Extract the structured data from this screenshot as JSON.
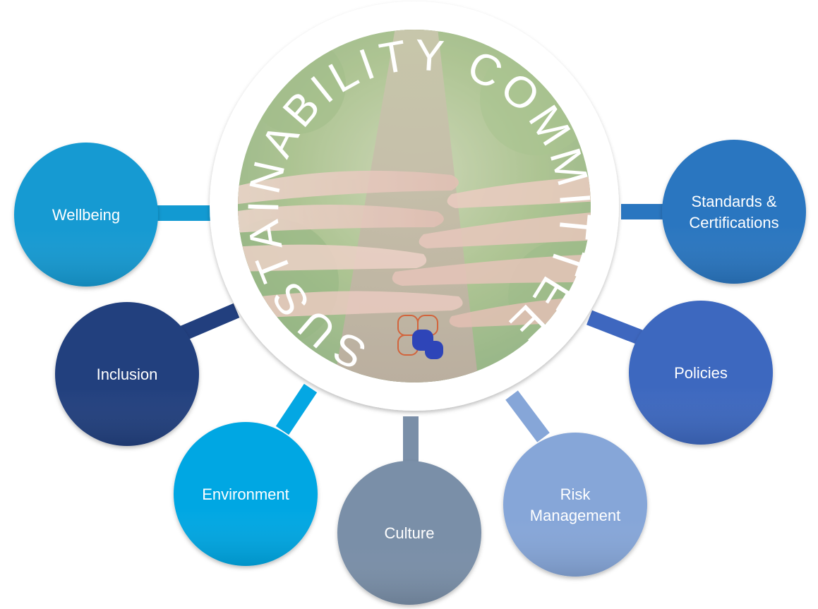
{
  "diagram": {
    "title": "SUSTAINABILITY COMMITTEE",
    "colors": {
      "wellbeing": "#129ad2",
      "inclusion": "#223f7e",
      "environment": "#04a7e3",
      "culture": "#7a8fa8",
      "risk": "#86a6d8",
      "policies": "#3e67bf",
      "standards": "#2a76c0"
    },
    "nodes": [
      {
        "id": "wellbeing",
        "lines": [
          "Wellbeing"
        ]
      },
      {
        "id": "inclusion",
        "lines": [
          "Inclusion"
        ]
      },
      {
        "id": "environment",
        "lines": [
          "Environment"
        ]
      },
      {
        "id": "culture",
        "lines": [
          "Culture"
        ]
      },
      {
        "id": "risk",
        "lines": [
          "Risk",
          "Management"
        ]
      },
      {
        "id": "policies",
        "lines": [
          "Policies"
        ]
      },
      {
        "id": "standards",
        "lines": [
          "Standards &",
          "Certifications"
        ]
      }
    ]
  }
}
